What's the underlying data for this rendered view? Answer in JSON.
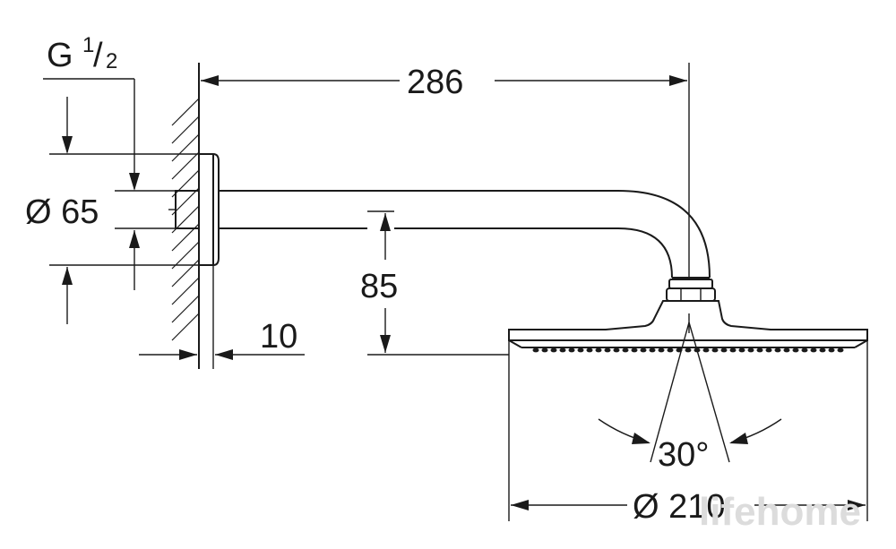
{
  "labels": {
    "thread_main": "G",
    "thread_num": "1",
    "thread_slash": "/",
    "thread_den": "2",
    "flange_diameter": "Ø 65",
    "arm_length": "286",
    "height_drop": "85",
    "wall_offset": "10",
    "spray_angle": "30°",
    "head_diameter": "Ø 210"
  },
  "watermark": "lifehome"
}
